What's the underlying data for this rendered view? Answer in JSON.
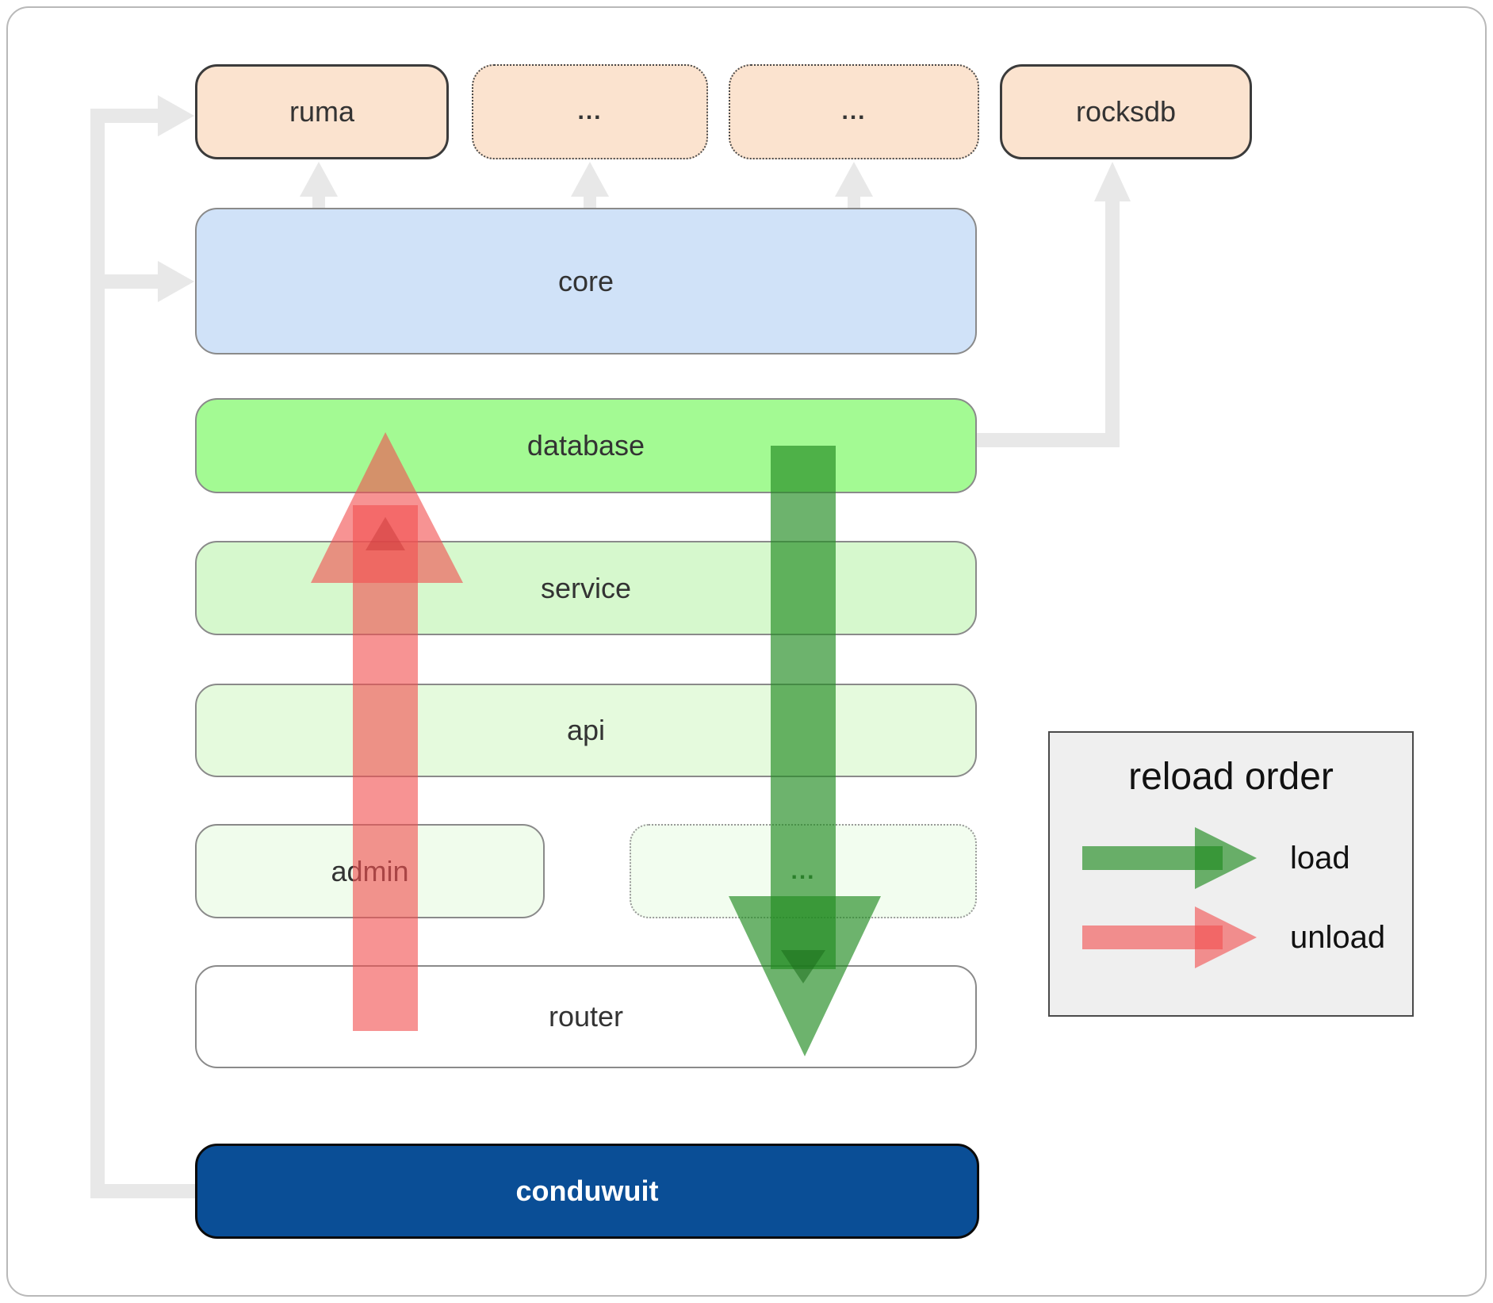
{
  "diagram": {
    "external_nodes": [
      {
        "label": "ruma",
        "style": "solid"
      },
      {
        "label": "...",
        "style": "dotted"
      },
      {
        "label": "...",
        "style": "dotted"
      },
      {
        "label": "rocksdb",
        "style": "solid"
      }
    ],
    "layers": [
      {
        "label": "core"
      },
      {
        "label": "database"
      },
      {
        "label": "service"
      },
      {
        "label": "api"
      }
    ],
    "admin_row": [
      {
        "label": "admin",
        "style": "solid"
      },
      {
        "label": "...",
        "style": "dotted"
      }
    ],
    "router": {
      "label": "router"
    },
    "root": {
      "label": "conduwuit"
    }
  },
  "legend": {
    "title": "reload order",
    "items": [
      {
        "label": "load",
        "color": "rgba(34,139,34,0.66)"
      },
      {
        "label": "unload",
        "color": "rgba(242,80,80,0.62)"
      }
    ]
  },
  "colors": {
    "external_fill": "#fbe3cf",
    "core_fill": "#d0e2f8",
    "database_fill": "#a3fa93",
    "service_fill": "#d6f8cd",
    "api_fill": "#e5fadd",
    "admin_fill": "#f0fcec",
    "router_fill": "#ffffff",
    "root_fill": "#0a4e96",
    "root_text": "#ffffff",
    "connector": "#e8e8e8",
    "legend_bg": "#efefef"
  }
}
